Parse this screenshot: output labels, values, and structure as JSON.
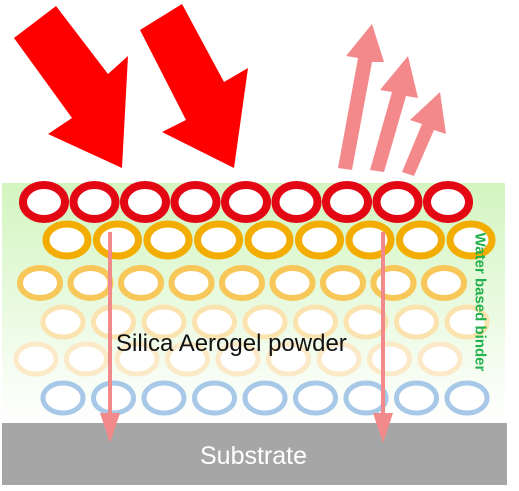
{
  "labels": {
    "powder": "Silica Aerogel powder",
    "binder": "Water based binder",
    "substrate": "Substrate"
  },
  "colors": {
    "incoming_arrow": "#ff0000",
    "outgoing_arrow": "#f4898b",
    "conduction_arrow": "#f28a8c",
    "binder_gradient_top": "#d3f5c0",
    "binder_gradient_bottom": "#ffffff",
    "substrate": "#a6a6a6",
    "particle_rows": [
      "#e30613",
      "#f2ad00",
      "#f7c75a",
      "#fbe3b0",
      "#fbe9c8",
      "#a8c8e8"
    ],
    "binder_text": "#22b14c"
  },
  "icons": {
    "incoming": "incoming-radiation-arrow-icon",
    "outgoing": "reflected-radiation-arrow-icon",
    "conduction": "heat-conduction-arrow-icon",
    "particle": "aerogel-particle-ring-icon"
  }
}
